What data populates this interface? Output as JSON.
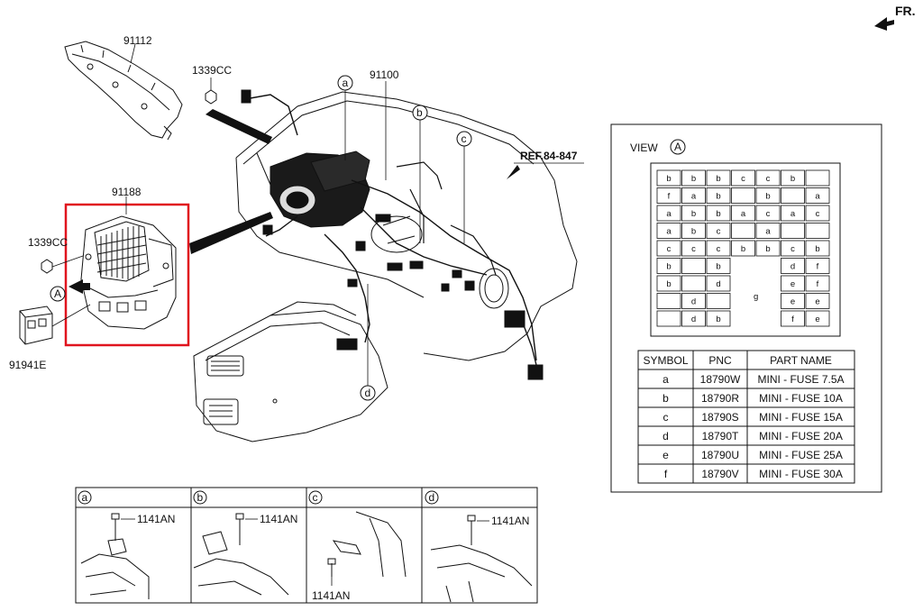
{
  "header": {
    "fr_label": "FR."
  },
  "main": {
    "part_labels": {
      "p91112": "91112",
      "p1339cc_top": "1339CC",
      "p91100": "91100",
      "p91188": "91188",
      "p1339cc_left": "1339CC",
      "p91941e": "91941E",
      "ref": "REF.84-847",
      "view_a": "A"
    },
    "callouts": {
      "a": "a",
      "b": "b",
      "c": "c",
      "d": "d"
    }
  },
  "view_panel": {
    "title": "VIEW",
    "title_circle": "A",
    "fuse_grid": [
      [
        "b",
        "b",
        "b",
        "c",
        "c",
        "b",
        ""
      ],
      [
        "f",
        "a",
        "b",
        "",
        "b",
        "",
        "a"
      ],
      [
        "a",
        "b",
        "b",
        "a",
        "c",
        "a",
        "c"
      ],
      [
        "a",
        "b",
        "c",
        "",
        "a",
        "",
        ""
      ],
      [
        "c",
        "c",
        "c",
        "b",
        "b",
        "c",
        "b"
      ],
      [
        "b",
        "",
        "b",
        "",
        "",
        "d",
        "f"
      ],
      [
        "b",
        "",
        "d",
        "",
        "",
        "e",
        "f"
      ],
      [
        "",
        "d",
        "",
        "",
        "",
        "e",
        "e"
      ],
      [
        "",
        "d",
        "b",
        "",
        "",
        "f",
        "e"
      ]
    ],
    "grid_center_letter": "g",
    "table": {
      "headers": [
        "SYMBOL",
        "PNC",
        "PART NAME"
      ],
      "rows": [
        [
          "a",
          "18790W",
          "MINI - FUSE 7.5A"
        ],
        [
          "b",
          "18790R",
          "MINI - FUSE 10A"
        ],
        [
          "c",
          "18790S",
          "MINI - FUSE 15A"
        ],
        [
          "d",
          "18790T",
          "MINI - FUSE 20A"
        ],
        [
          "e",
          "18790U",
          "MINI - FUSE 25A"
        ],
        [
          "f",
          "18790V",
          "MINI - FUSE 30A"
        ]
      ]
    }
  },
  "detail_strip": {
    "panels": [
      {
        "letter": "a",
        "label": "1141AN"
      },
      {
        "letter": "b",
        "label": "1141AN"
      },
      {
        "letter": "c",
        "label": "1141AN"
      },
      {
        "letter": "d",
        "label": "1141AN"
      }
    ]
  },
  "colors": {
    "highlight_box": "#e0141e",
    "line": "#111111"
  }
}
